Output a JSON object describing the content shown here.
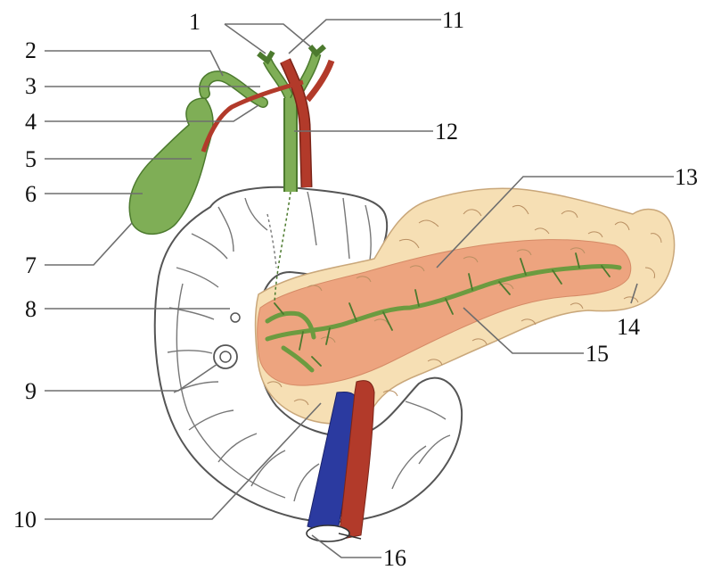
{
  "labels": {
    "l1": "1",
    "l2": "2",
    "l3": "3",
    "l4": "4",
    "l5": "5",
    "l6": "6",
    "l7": "7",
    "l8": "8",
    "l9": "9",
    "l10": "10",
    "l11": "11",
    "l12": "12",
    "l13": "13",
    "l14": "14",
    "l15": "15",
    "l16": "16"
  },
  "colors": {
    "bile_green": "#7fae56",
    "artery_red": "#b23a2a",
    "vein_blue": "#2b3aa0",
    "pancreas_outer": "#f6dfb4",
    "pancreas_inner": "#eda47f"
  }
}
